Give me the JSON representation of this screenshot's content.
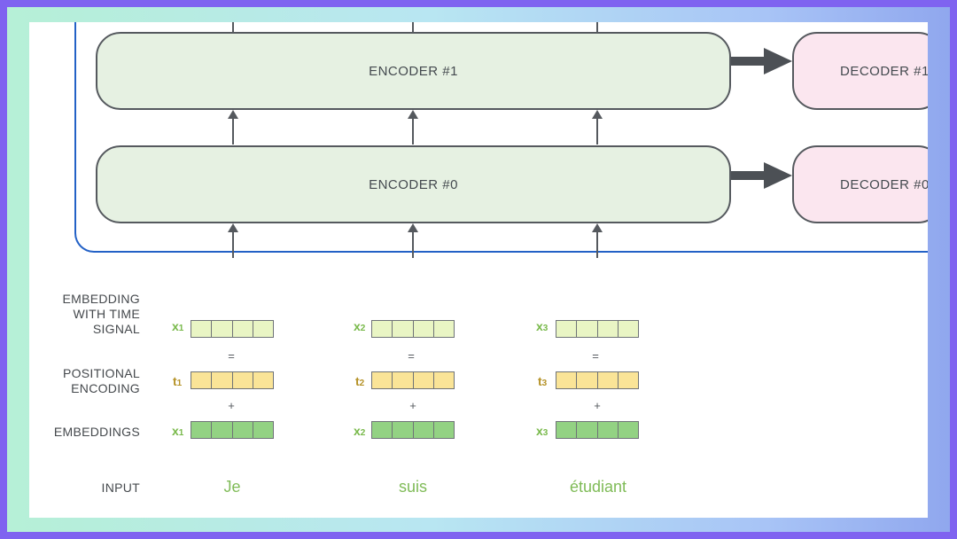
{
  "encoders": [
    {
      "label": "ENCODER #1"
    },
    {
      "label": "ENCODER #0"
    }
  ],
  "decoders": [
    {
      "label": "DECODER #1"
    },
    {
      "label": "DECODER #0"
    }
  ],
  "row_labels": {
    "embedding_time": "EMBEDDING\nWITH TIME\nSIGNAL",
    "positional": "POSITIONAL\nENCODING",
    "embeddings": "EMBEDDINGS",
    "input": "INPUT"
  },
  "operators": {
    "equals": "=",
    "plus": "+"
  },
  "tokens": [
    {
      "x_sym": "x",
      "t_sym": "t",
      "sub": "1",
      "word": "Je"
    },
    {
      "x_sym": "x",
      "t_sym": "t",
      "sub": "2",
      "word": "suis"
    },
    {
      "x_sym": "x",
      "t_sym": "t",
      "sub": "3",
      "word": "étudiant"
    }
  ],
  "colors": {
    "encoder_fill": "#e6f1e2",
    "decoder_fill": "#fbe6ef",
    "embedding_time_fill": "#e9f5c4",
    "positional_fill": "#fae497",
    "embedding_fill": "#93d283",
    "stack_outline": "#2361c6",
    "input_word": "#7fbb57"
  }
}
